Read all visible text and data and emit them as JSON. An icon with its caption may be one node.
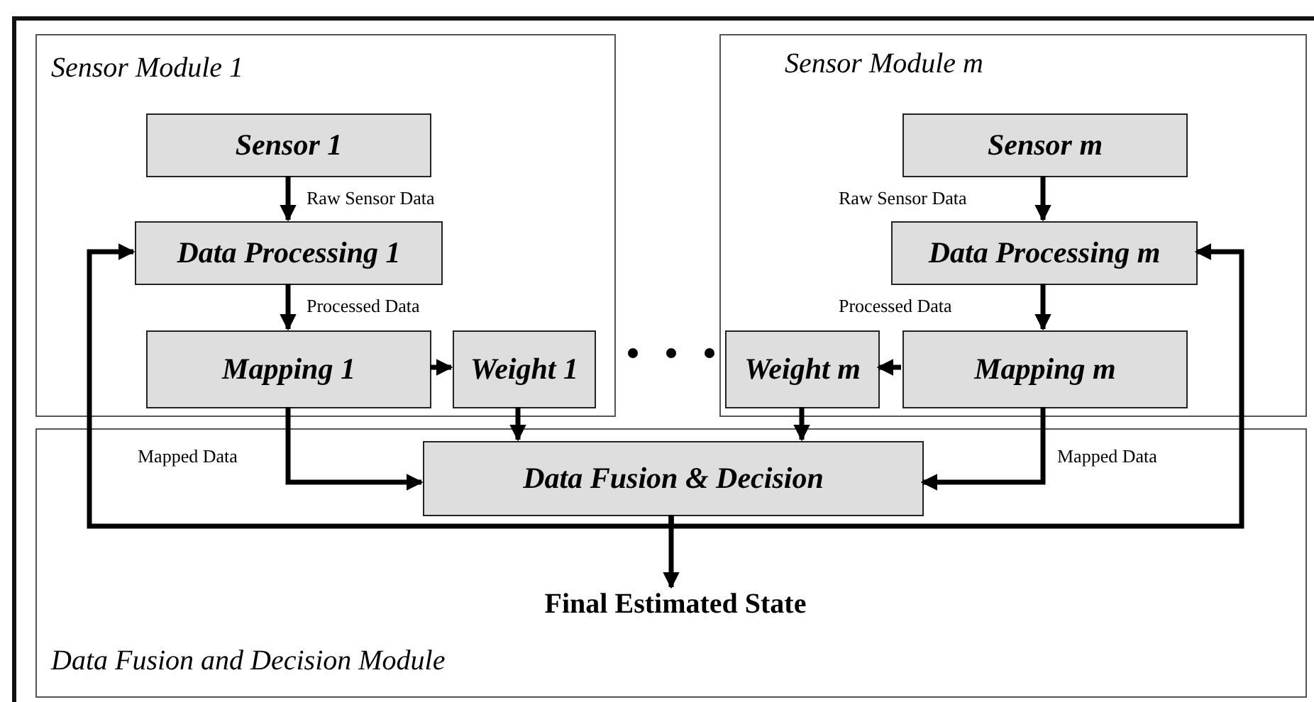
{
  "diagram": {
    "nodes": [
      {
        "text": [
          "Sensor Module 1"
        ]
      },
      {
        "text": [
          "Sensor 1"
        ],
        "in": 0
      },
      {
        "text": [
          "Data Processing 1"
        ],
        "in": 0
      },
      {
        "text": [
          "Mapping 1"
        ],
        "in": 0
      },
      {
        "text": [
          "Weight 1"
        ],
        "in": 0
      },
      {
        "text": [
          "Sensor Module m"
        ]
      },
      {
        "text": [
          "Sensor m"
        ],
        "in": 5
      },
      {
        "text": [
          "Data Processing m"
        ],
        "in": 5
      },
      {
        "text": [
          "Mapping m"
        ],
        "in": 5
      },
      {
        "text": [
          "Weight m"
        ],
        "in": 5
      },
      {
        "text": [
          "Data Fusion and Decision Module"
        ]
      },
      {
        "text": [
          "Data Fusion & Decision"
        ],
        "in": 10
      },
      {
        "text": [
          "Final Estimated State"
        ],
        "in": 10
      }
    ],
    "edges": [
      {
        "from": 1,
        "to": 2,
        "arrow": "to",
        "label": "Raw Sensor Data"
      },
      {
        "from": 2,
        "to": 3,
        "arrow": "to",
        "label": "Processed Data"
      },
      {
        "from": 3,
        "to": 4,
        "arrow": "to"
      },
      {
        "from": 3,
        "to": 11,
        "arrow": "to",
        "label": "Mapped Data"
      },
      {
        "from": 4,
        "to": 11,
        "arrow": "to"
      },
      {
        "from": 6,
        "to": 7,
        "arrow": "to",
        "label": "Raw Sensor Data"
      },
      {
        "from": 7,
        "to": 8,
        "arrow": "to",
        "label": "Processed Data"
      },
      {
        "from": 8,
        "to": 9,
        "arrow": "to"
      },
      {
        "from": 8,
        "to": 11,
        "arrow": "to",
        "label": "Mapped Data"
      },
      {
        "from": 9,
        "to": 11,
        "arrow": "to"
      },
      {
        "from": 11,
        "to": 2,
        "arrow": "to"
      },
      {
        "from": 11,
        "to": 7,
        "arrow": "to"
      },
      {
        "from": 11,
        "to": 12,
        "arrow": "to"
      }
    ]
  }
}
